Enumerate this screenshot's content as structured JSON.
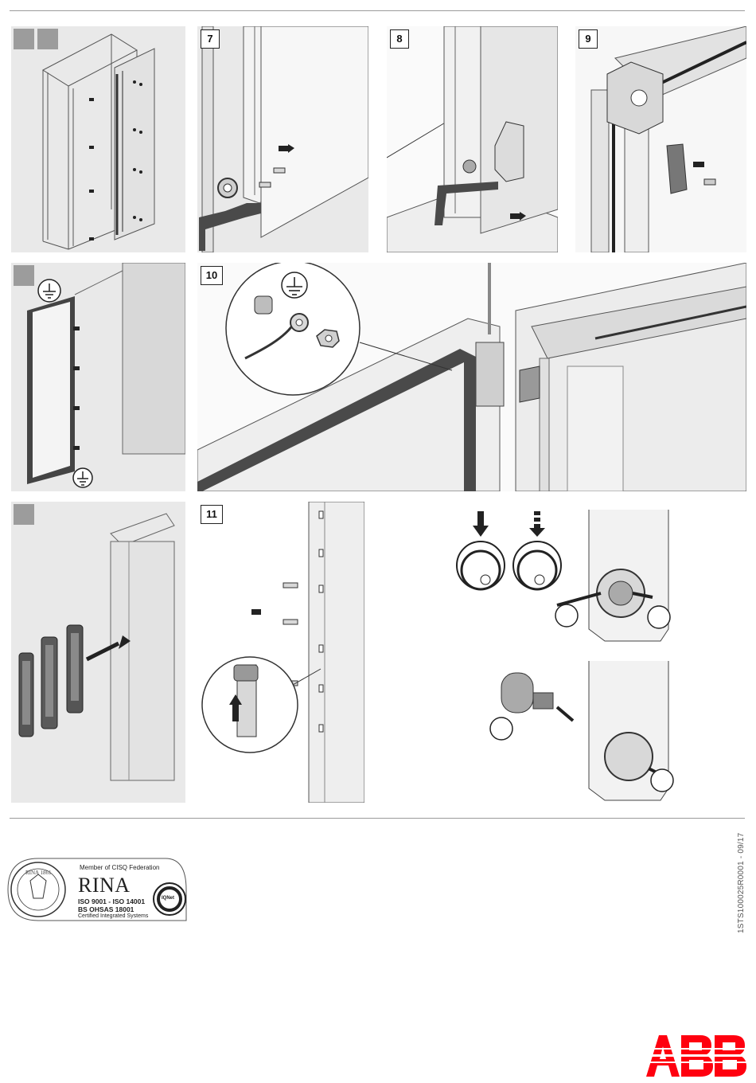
{
  "steps": {
    "s7": "7",
    "s8": "8",
    "s9": "9",
    "s10": "10",
    "s11": "11"
  },
  "certification": {
    "member_text": "Member of CISQ Federation",
    "brand": "RINA",
    "standards_line1": "ISO 9001 - ISO 14001",
    "standards_line2": "BS OHSAS 18001",
    "standards_line3": "Certified Integrated Systems",
    "seal_letters": "RINA 1861",
    "iqnet_label": "IQNet"
  },
  "document_code": "1STS100025R0001 - 09/17",
  "logo": {
    "text": "ABB",
    "color": "#ff000f"
  },
  "colors": {
    "panel_bg": "#e9e9e9",
    "gasket": "#4a4a4a",
    "marker": "#9c9c9c"
  }
}
